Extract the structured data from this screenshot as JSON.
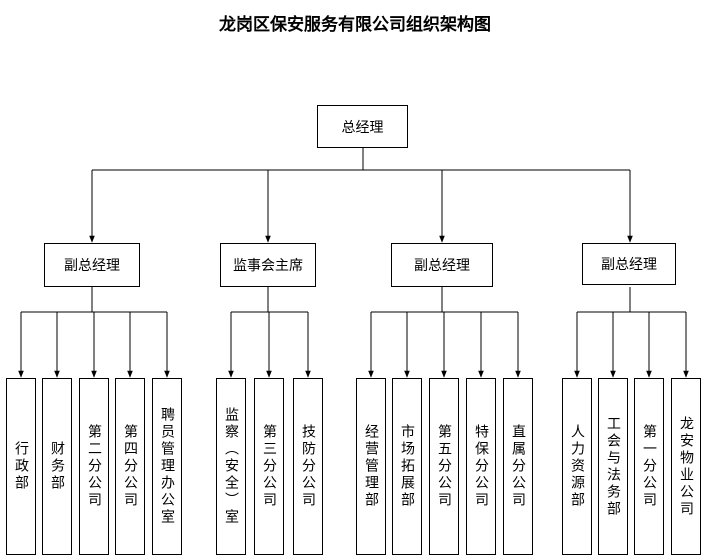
{
  "title": "龙岗区保安服务有限公司组织架构图",
  "root": "总经理",
  "groups": [
    {
      "label": "副总经理",
      "children": [
        "行政部",
        "财务部",
        "第二分公司",
        "第四分公司",
        "聘员管理办公室"
      ]
    },
    {
      "label": "监事会主席",
      "children": [
        "监察（安全）室",
        "第三分公司",
        "技防分公司"
      ]
    },
    {
      "label": "副总经理",
      "children": [
        "经营管理部",
        "市场拓展部",
        "第五分公司",
        "特保分公司",
        "直属分公司"
      ]
    },
    {
      "label": "副总经理",
      "children": [
        "人力资源部",
        "工会与法务部",
        "第一分公司",
        "龙安物业公司"
      ]
    }
  ]
}
